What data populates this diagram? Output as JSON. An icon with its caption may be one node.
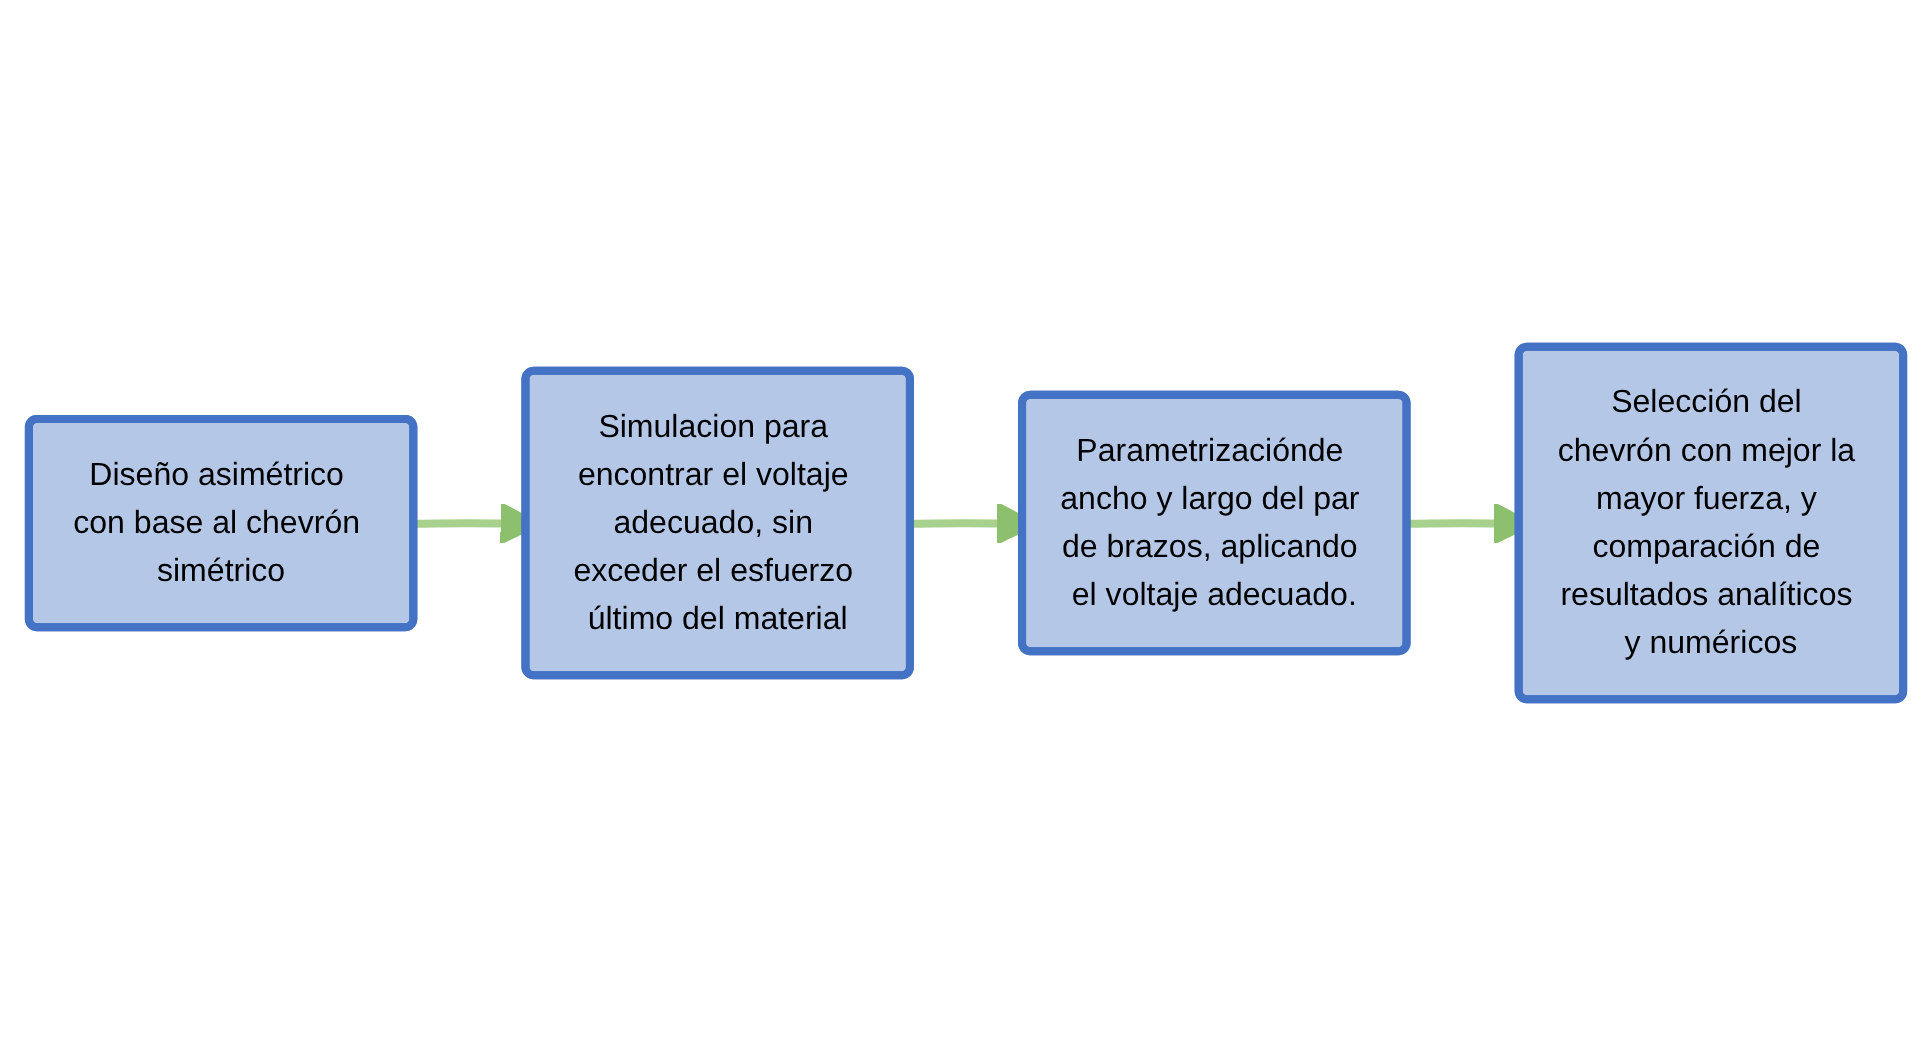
{
  "diagram": {
    "nodes": [
      {
        "text": [
          "Diseño asimétrico con base al chevrón simétrico"
        ]
      },
      {
        "text": [
          "Simulacion para encontrar el voltaje adecuado, sin exceder el esfuerzo último del material"
        ]
      },
      {
        "text": [
          "Parametrizaciónde ancho y largo del par de brazos, aplicando el voltaje adecuado."
        ]
      },
      {
        "text": [
          "Selección del chevrón con mejor la mayor fuerza, y comparación de resultados analíticos y numéricos"
        ]
      }
    ],
    "edges": [
      {
        "from": 0,
        "to": 1,
        "arrow": "to"
      },
      {
        "from": 1,
        "to": 2,
        "arrow": "to"
      },
      {
        "from": 2,
        "to": 3,
        "arrow": "to"
      }
    ]
  }
}
